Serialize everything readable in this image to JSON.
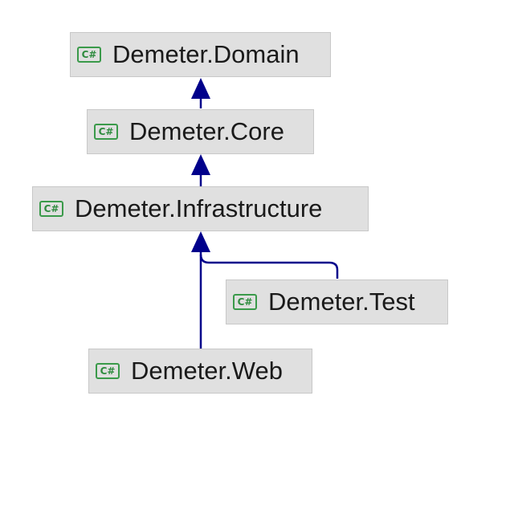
{
  "badge_text": "C#",
  "colors": {
    "node_fill": "#e0e0e0",
    "node_border": "#c8c8c8",
    "badge": "#3a9a4a",
    "edge": "#00008b"
  },
  "nodes": {
    "domain": {
      "label": "Demeter.Domain",
      "icon": "csharp-project-icon"
    },
    "core": {
      "label": "Demeter.Core",
      "icon": "csharp-project-icon"
    },
    "infrastructure": {
      "label": "Demeter.Infrastructure",
      "icon": "csharp-project-icon"
    },
    "test": {
      "label": "Demeter.Test",
      "icon": "csharp-project-icon"
    },
    "web": {
      "label": "Demeter.Web",
      "icon": "csharp-project-icon"
    }
  },
  "edges": [
    {
      "from": "Demeter.Core",
      "to": "Demeter.Domain"
    },
    {
      "from": "Demeter.Infrastructure",
      "to": "Demeter.Core"
    },
    {
      "from": "Demeter.Test",
      "to": "Demeter.Infrastructure"
    },
    {
      "from": "Demeter.Web",
      "to": "Demeter.Infrastructure"
    }
  ]
}
